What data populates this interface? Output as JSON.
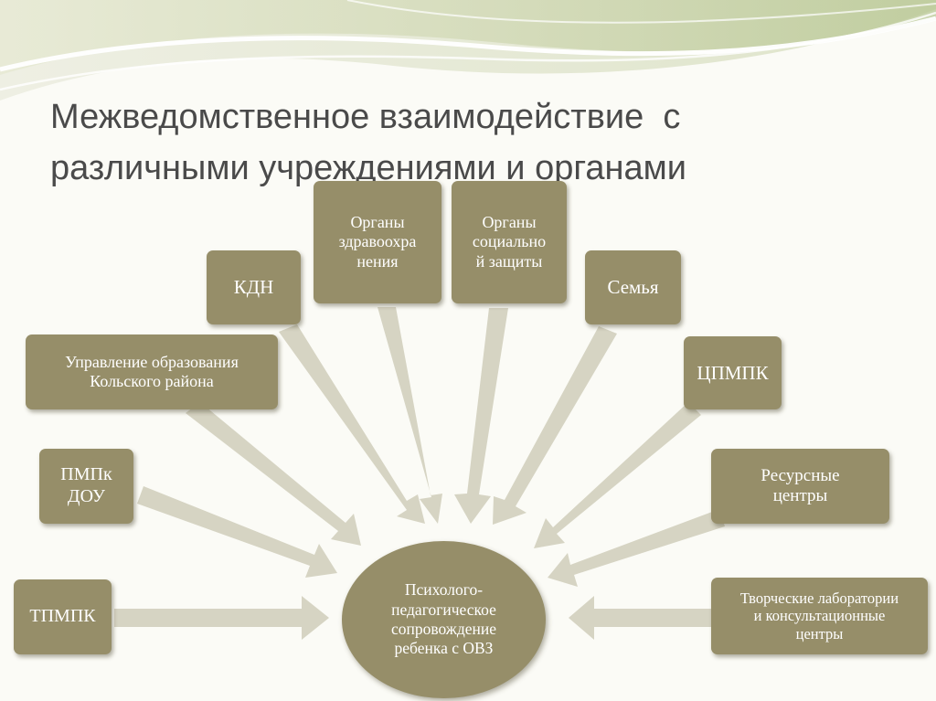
{
  "slide": {
    "title_line1": "Межведомственное взаимодействие  с",
    "title_line2": "различными учреждениями и органами"
  },
  "center": {
    "lines": [
      "Психолого-",
      "педагогическое",
      "сопровождение",
      "ребенка с ОВЗ"
    ]
  },
  "nodes": {
    "kdn": {
      "lines": [
        "КДН"
      ]
    },
    "health": {
      "lines": [
        "Органы",
        "здравоохра",
        "нения"
      ]
    },
    "social": {
      "lines": [
        "Органы",
        "социально",
        "й защиты"
      ]
    },
    "family": {
      "lines": [
        "Семья"
      ]
    },
    "education": {
      "lines": [
        "Управление образования",
        "Кольского района"
      ]
    },
    "cpmpk": {
      "lines": [
        "ЦПМПК"
      ]
    },
    "pmpk_dou": {
      "lines": [
        "ПМПк",
        "ДОУ"
      ]
    },
    "resource": {
      "lines": [
        "Ресурсные",
        "центры"
      ]
    },
    "tpmpk": {
      "lines": [
        "ТПМПК"
      ]
    },
    "labs": {
      "lines": [
        "Творческие лаборатории",
        "и консультационные",
        "центры"
      ]
    }
  },
  "colors": {
    "box_fill": "#968e69",
    "arrow_fill": "#d6d4c3",
    "box_text": "#ffffff",
    "title_text": "#4a4a4a"
  }
}
